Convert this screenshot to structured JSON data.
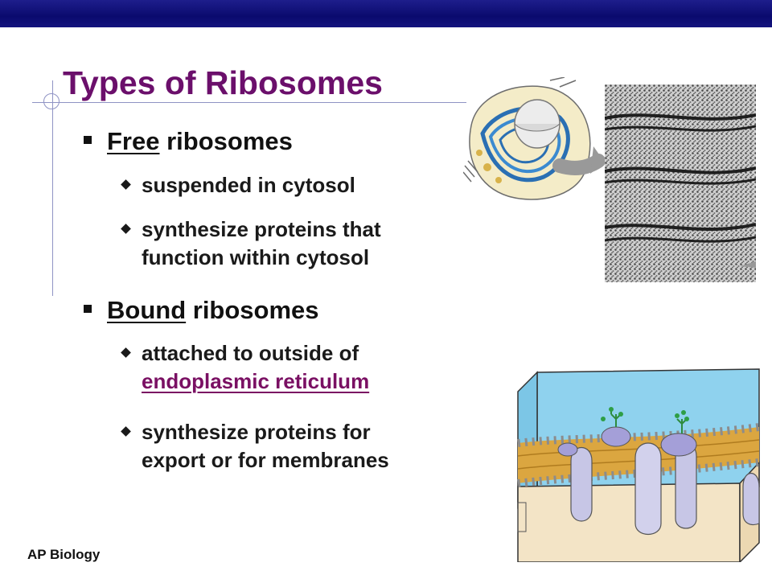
{
  "slide": {
    "title": "Types of Ribosomes",
    "footer": "AP Biology"
  },
  "bullets": {
    "free": {
      "keyword": "Free",
      "rest": " ribosomes",
      "sub": [
        {
          "lines": [
            "suspended in cytosol"
          ]
        },
        {
          "lines": [
            "synthesize proteins that",
            "function within cytosol"
          ]
        }
      ]
    },
    "bound": {
      "keyword": "Bound",
      "rest": " ribosomes",
      "sub": [
        {
          "line1": "attached to outside of",
          "link": "endoplasmic reticulum"
        },
        {
          "lines": [
            "synthesize proteins for",
            "export or for membranes"
          ]
        }
      ]
    }
  },
  "colors": {
    "title": "#6b0f6b",
    "header_bar": "#0a0a6e",
    "link": "#7a1063"
  },
  "images": {
    "cell": "cell-illustration-icon",
    "micrograph": "rough-er-micrograph",
    "membrane": "membrane-proteins-diagram"
  }
}
